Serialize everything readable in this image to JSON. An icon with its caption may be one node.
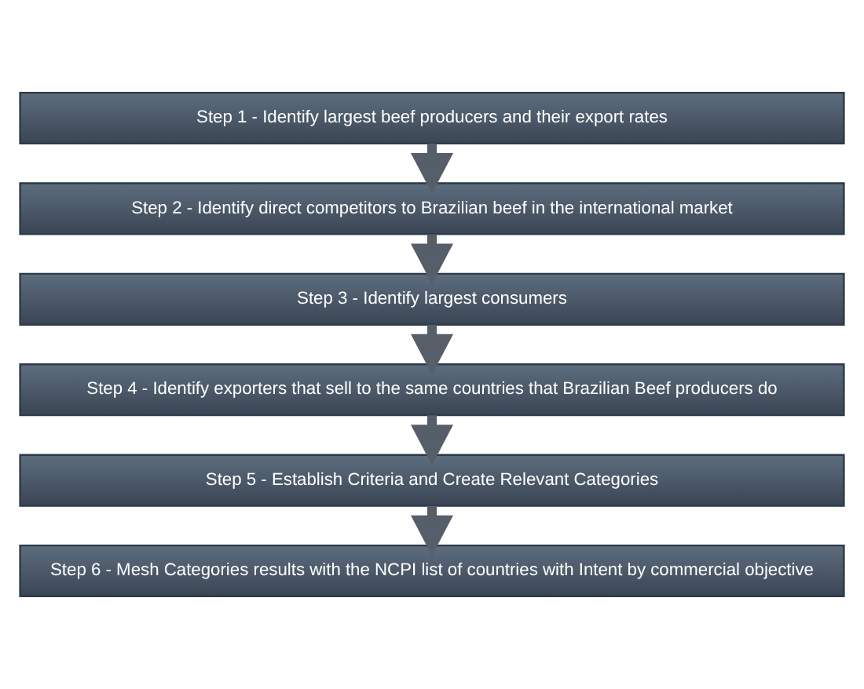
{
  "diagram": {
    "nodes": [
      {
        "text": [
          "Step 1 - Identify largest beef producers and their export rates"
        ]
      },
      {
        "text": [
          "Step 2 - Identify direct competitors to Brazilian beef in the international market"
        ]
      },
      {
        "text": [
          "Step 3 - Identify largest consumers"
        ]
      },
      {
        "text": [
          "Step 4 - Identify exporters that sell to the same countries that Brazilian Beef producers do"
        ]
      },
      {
        "text": [
          "Step 5 - Establish Criteria and Create Relevant Categories"
        ]
      },
      {
        "text": [
          "Step 6 - Mesh Categories results with the NCPI list of countries with Intent by commercial objective"
        ]
      }
    ],
    "edges": [
      {
        "from": 0,
        "to": 1,
        "arrow": "to"
      },
      {
        "from": 1,
        "to": 2,
        "arrow": "to"
      },
      {
        "from": 2,
        "to": 3,
        "arrow": "to"
      },
      {
        "from": 3,
        "to": 4,
        "arrow": "to"
      },
      {
        "from": 4,
        "to": 5,
        "arrow": "to"
      }
    ]
  }
}
